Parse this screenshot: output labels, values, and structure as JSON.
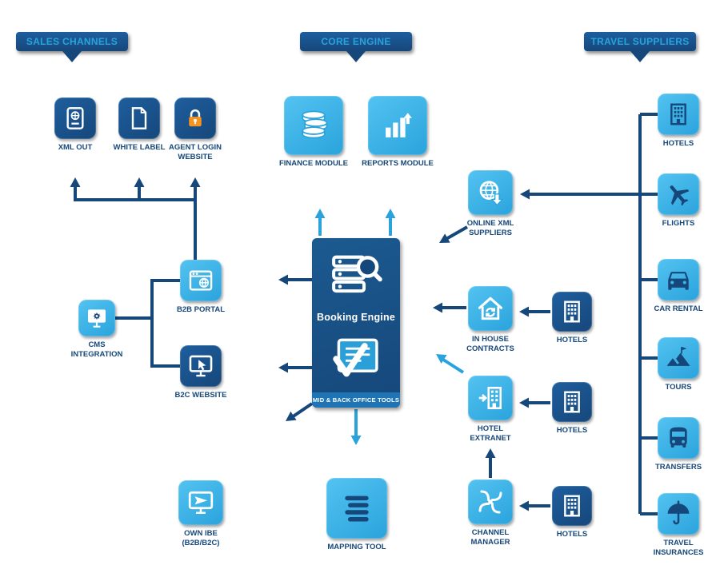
{
  "colors": {
    "navy": "#16477A",
    "navy_light": "#1E5E9E",
    "bright": "#2AA3DC",
    "bright_light": "#53C3F1",
    "band": "#1E74B4",
    "orange": "#F7941E"
  },
  "banners": {
    "sales_channels": "SALES CHANNELS",
    "core_engine": "CORE ENGINE",
    "travel_suppliers": "TRAVEL SUPPLIERS"
  },
  "sales_channels": {
    "xml_out": "XML OUT",
    "white_label": "WHITE LABEL",
    "agent_login_website": "AGENT LOGIN WEBSITE",
    "b2b_portal": "B2B PORTAL",
    "cms_integration": "CMS INTEGRATION",
    "b2c_website": "B2C WEBSITE",
    "own_ibe": "OWN IBE (B2B/B2C)"
  },
  "core_engine": {
    "finance_module": "FINANCE MODULE",
    "reports_module": "REPORTS MODULE",
    "booking_engine_title": "Booking Engine",
    "booking_engine_band": "MID & BACK OFFICE TOOLS",
    "mapping_tool": "MAPPING TOOL"
  },
  "supplier_integrations": {
    "online_xml_suppliers": "ONLINE XML SUPPLIERS",
    "in_house_contracts": "IN HOUSE CONTRACTS",
    "hotel_extranet": "HOTEL EXTRANET",
    "channel_manager": "CHANNEL MANAGER",
    "hotels_label": "HOTELS"
  },
  "travel_suppliers": {
    "items": [
      {
        "id": "hotels",
        "label": "HOTELS"
      },
      {
        "id": "flights",
        "label": "FLIGHTS"
      },
      {
        "id": "car-rental",
        "label": "CAR RENTAL"
      },
      {
        "id": "tours",
        "label": "TOURS"
      },
      {
        "id": "transfers",
        "label": "TRANSFERS"
      },
      {
        "id": "travel-insurances",
        "label": "TRAVEL INSURANCES"
      }
    ]
  }
}
